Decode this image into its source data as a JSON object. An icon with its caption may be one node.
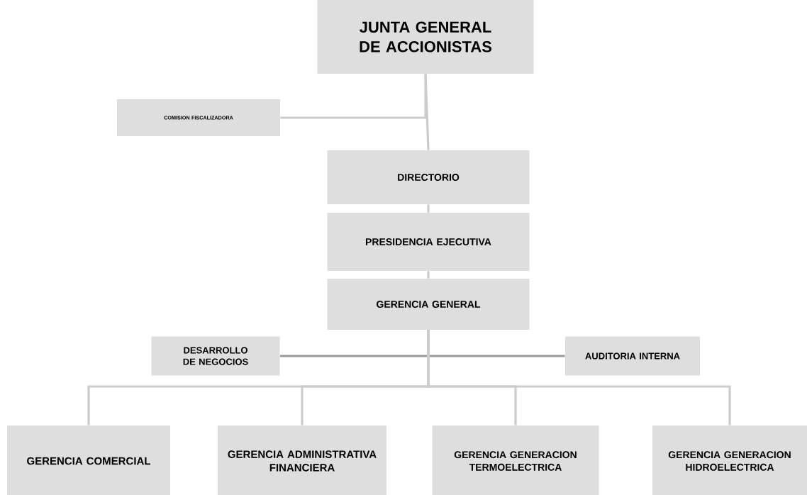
{
  "diagram": {
    "nodes": [
      {
        "text": [
          "JUNTA GENERAL DE ACCIONISTAS"
        ]
      },
      {
        "text": [
          "COMISION FISCALIZADORA"
        ]
      },
      {
        "text": [
          "DIRECTORIO"
        ]
      },
      {
        "text": [
          "PRESIDENCIA EJECUTIVA"
        ]
      },
      {
        "text": [
          "GERENCIA GENERAL"
        ]
      },
      {
        "text": [
          "DESARROLLO DE NEGOCIOS"
        ]
      },
      {
        "text": [
          "AUDITORIA INTERNA"
        ]
      },
      {
        "text": [
          "GERENCIA COMERCIAL"
        ]
      },
      {
        "text": [
          "GERENCIA ADMINISTRATIVA FINANCIERA"
        ]
      },
      {
        "text": [
          "GERENCIA GENERACION TERMOELECTRICA"
        ]
      },
      {
        "text": [
          "GERENCIA GENERACION HIDROELECTRICA"
        ]
      }
    ],
    "edges": [
      {
        "from": 0,
        "to": 2,
        "arrow": "none"
      },
      {
        "from": 0,
        "to": 1,
        "arrow": "none"
      },
      {
        "from": 2,
        "to": 3,
        "arrow": "none"
      },
      {
        "from": 3,
        "to": 4,
        "arrow": "none"
      },
      {
        "from": 4,
        "to": 5,
        "arrow": "none",
        "color": "#9a9a9a"
      },
      {
        "from": 4,
        "to": 6,
        "arrow": "none",
        "color": "#9a9a9a"
      },
      {
        "from": 4,
        "to": 7,
        "arrow": "none"
      },
      {
        "from": 4,
        "to": 8,
        "arrow": "none"
      },
      {
        "from": 4,
        "to": 9,
        "arrow": "none"
      },
      {
        "from": 4,
        "to": 10,
        "arrow": "none"
      }
    ]
  }
}
